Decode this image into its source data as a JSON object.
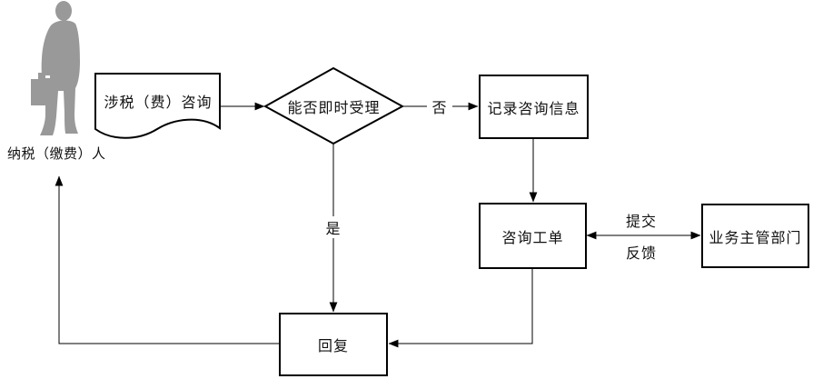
{
  "diagram": {
    "type": "flowchart",
    "background_color": "#ffffff",
    "line_color": "#000000",
    "actor": {
      "id": "taxpayer",
      "label": "纳税（缴费）人",
      "icon": "person-with-briefcase",
      "color": "#999999"
    },
    "nodes": {
      "consult_doc": {
        "label": "涉税（费）咨询",
        "shape": "document"
      },
      "decision": {
        "label": "能否即时受理",
        "shape": "diamond"
      },
      "record_info": {
        "label": "记录咨询信息",
        "shape": "rectangle"
      },
      "work_order": {
        "label": "咨询工单",
        "shape": "rectangle"
      },
      "dept": {
        "label": "业务主管部门",
        "shape": "rectangle"
      },
      "reply": {
        "label": "回复",
        "shape": "rectangle"
      }
    },
    "edge_labels": {
      "no": "否",
      "yes": "是",
      "submit": "提交",
      "feedback": "反馈"
    },
    "edges": [
      {
        "from": "consult_doc",
        "to": "decision",
        "label": ""
      },
      {
        "from": "decision",
        "to": "record_info",
        "label": "否"
      },
      {
        "from": "record_info",
        "to": "work_order",
        "label": ""
      },
      {
        "from": "work_order",
        "to": "dept",
        "label": "提交 / 反馈",
        "bidirectional": true
      },
      {
        "from": "decision",
        "to": "reply",
        "label": "是"
      },
      {
        "from": "work_order",
        "to": "reply",
        "label": ""
      },
      {
        "from": "reply",
        "to": "taxpayer",
        "label": ""
      }
    ]
  }
}
